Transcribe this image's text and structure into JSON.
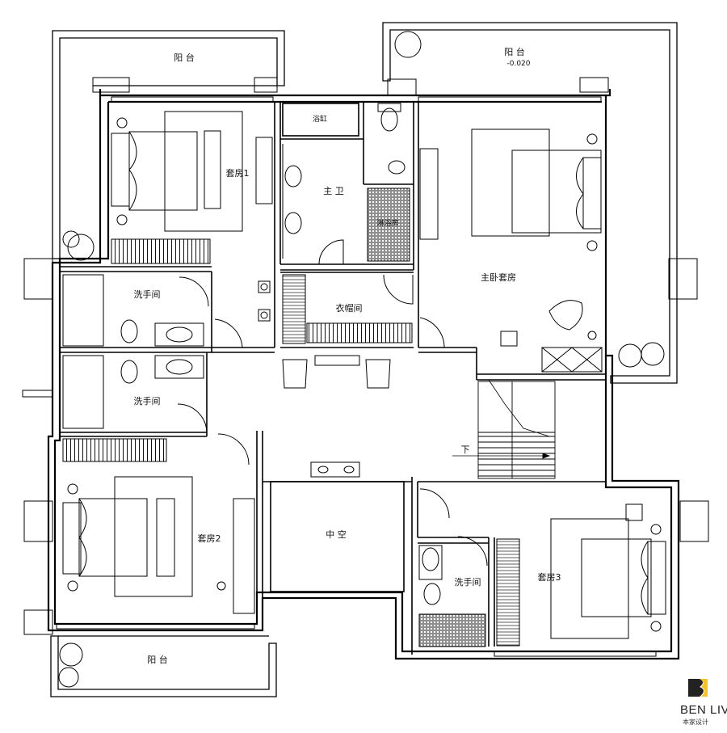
{
  "labels": {
    "balcony_top_left": "阳 台",
    "balcony_top_right": "阳 台",
    "balcony_elev": "-0.020",
    "suite1": "套房1",
    "master_bath": "主 卫",
    "bathtub": "浴缸",
    "shower": "淋浴房",
    "master_suite": "主卧套房",
    "washroom_a": "洗手间",
    "cloakroom": "衣帽间",
    "washroom_b": "洗手间",
    "stair_down": "下",
    "suite2": "套房2",
    "atrium": "中 空",
    "washroom_c": "洗手间",
    "suite3": "套房3",
    "balcony_bottom": "阳 台"
  },
  "logo": {
    "name": "BEN LIVING",
    "sub": "本家设计",
    "accent": "#F2C230"
  },
  "colors": {
    "ink": "#000000",
    "paper": "#ffffff",
    "hatch": "#444444"
  }
}
